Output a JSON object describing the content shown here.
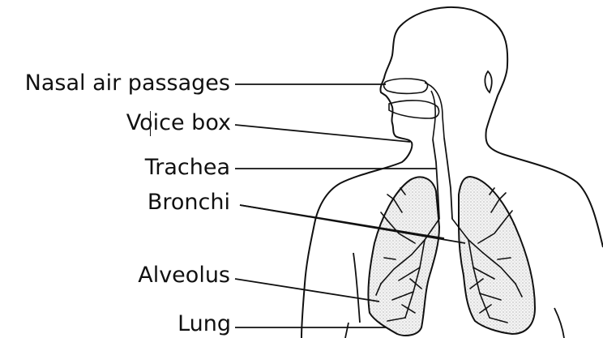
{
  "labels": {
    "nasal": "Nasal air passages",
    "voice_box": "Voice box",
    "trachea": "Trachea",
    "bronchi": "Bronchi",
    "alveolus": "Alveolus",
    "lung": "Lung"
  },
  "colors": {
    "ink": "#111111",
    "lung_fill": "#ececec",
    "background": "#ffffff"
  }
}
